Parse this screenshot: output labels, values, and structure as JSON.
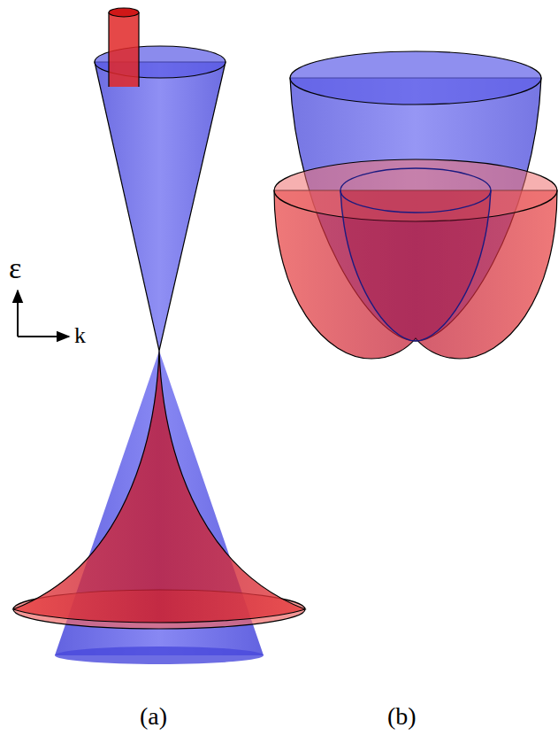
{
  "diagram": {
    "labels": [
      "ε",
      "k",
      "(a)",
      "(b)"
    ]
  }
}
